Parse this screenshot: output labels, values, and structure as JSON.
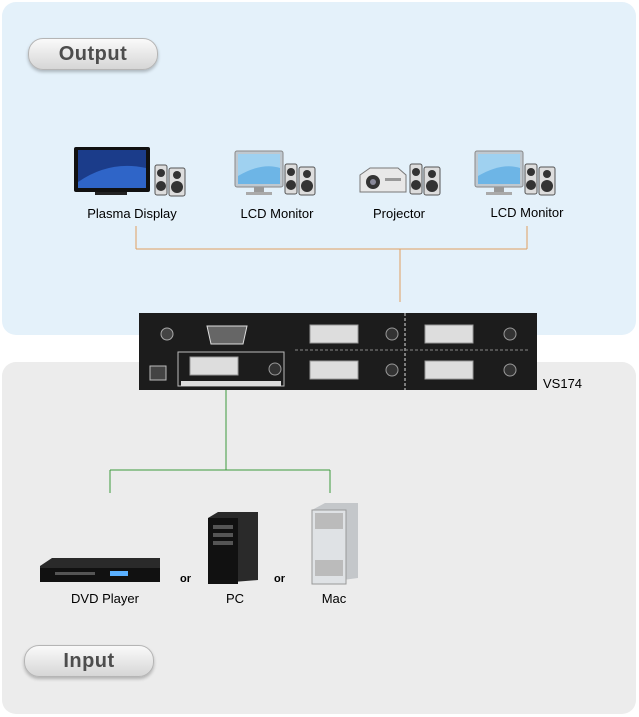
{
  "sections": {
    "output_title": "Output",
    "input_title": "Input"
  },
  "device": {
    "model": "VS174"
  },
  "outputs": [
    {
      "label": "Plasma Display",
      "icon": "plasma-display-icon"
    },
    {
      "label": "LCD Monitor",
      "icon": "lcd-monitor-icon"
    },
    {
      "label": "Projector",
      "icon": "projector-icon"
    },
    {
      "label": "LCD Monitor",
      "icon": "lcd-monitor-icon"
    }
  ],
  "inputs": [
    {
      "label": "DVD Player",
      "icon": "dvd-player-icon"
    },
    {
      "label": "PC",
      "icon": "pc-tower-icon"
    },
    {
      "label": "Mac",
      "icon": "mac-pro-icon"
    }
  ],
  "connector_word": "or",
  "colors": {
    "output_line": "#e0a060",
    "input_line": "#3c9a3c",
    "output_bg": "#e4f1fa",
    "input_bg": "#ececec"
  }
}
